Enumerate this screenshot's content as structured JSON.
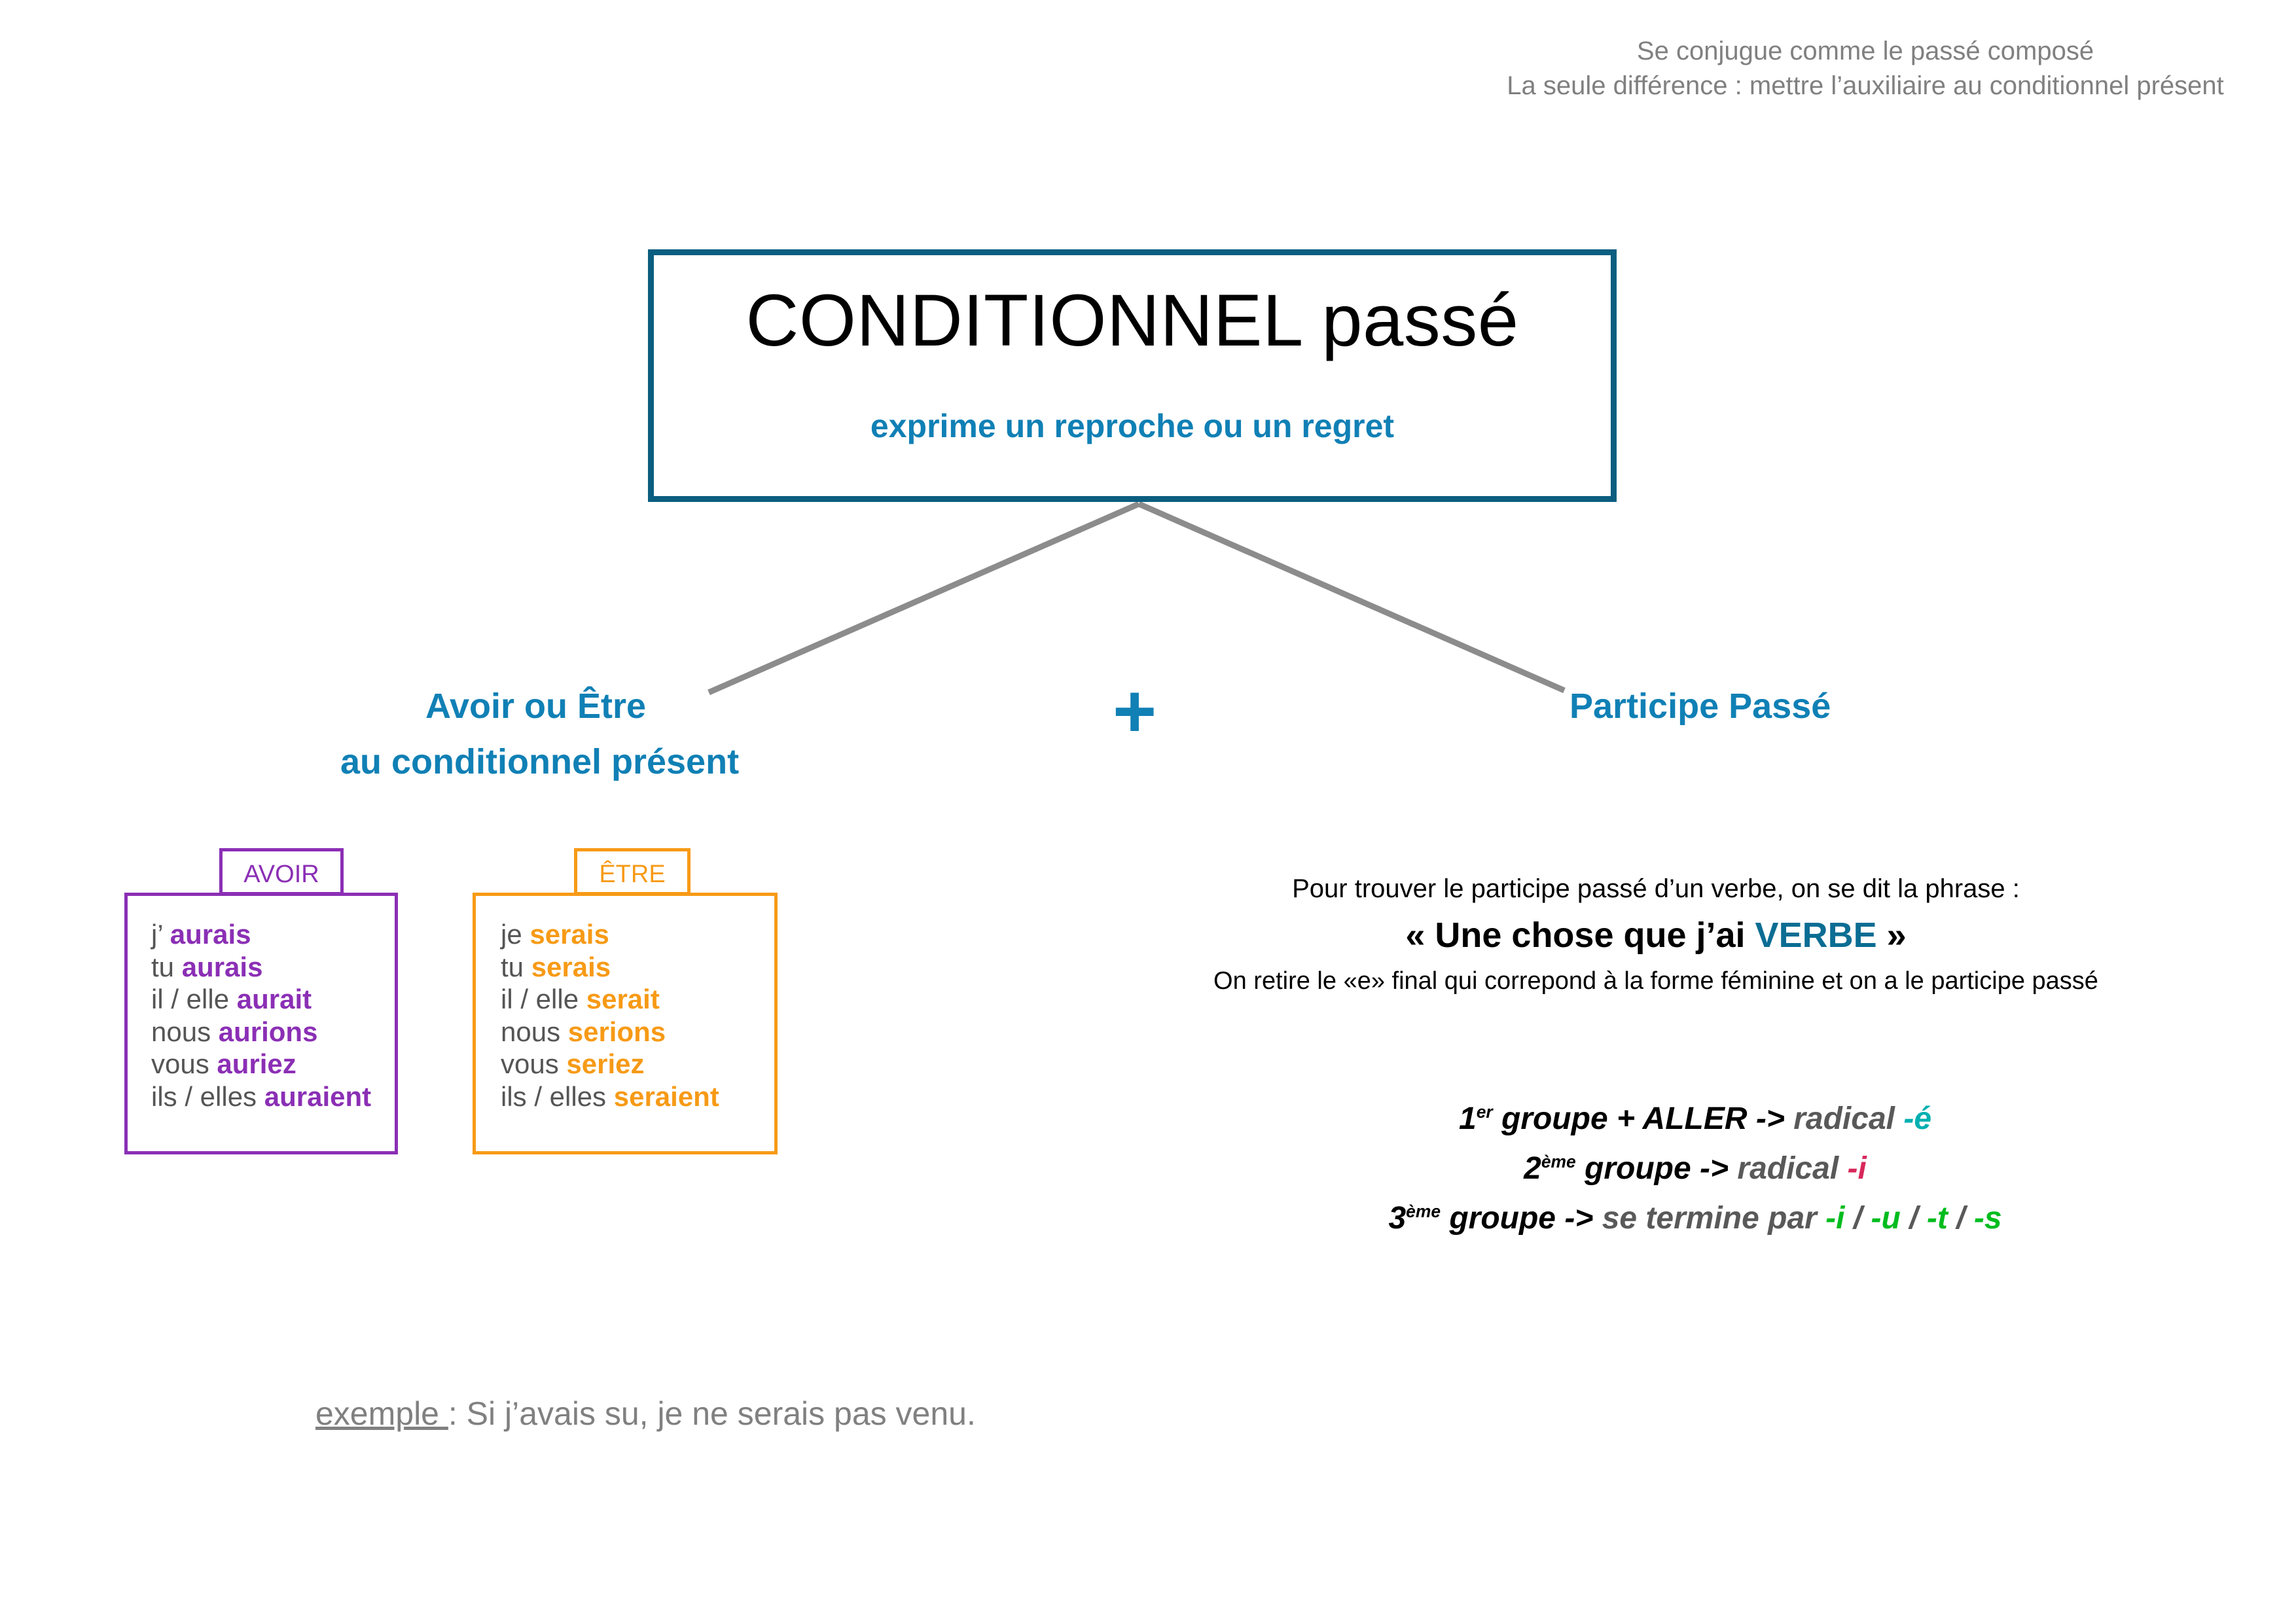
{
  "header_note": {
    "line1": "Se conjugue comme le passé composé",
    "line2": "La seule différence : mettre l’auxiliaire au conditionnel présent"
  },
  "title_box": {
    "title": "CONDITIONNEL passé",
    "subtitle": "exprime un reproche ou un regret"
  },
  "branches": {
    "left_title": "Avoir ou Être",
    "left_subtitle": "au conditionnel présent",
    "operator": "+",
    "right_title": "Participe Passé"
  },
  "conjugations": [
    {
      "id": "avoir",
      "label": "AVOIR",
      "color": "#8B2FB5",
      "rows": [
        {
          "pronoun": "j’",
          "verb": "aurais"
        },
        {
          "pronoun": "tu",
          "verb": "aurais"
        },
        {
          "pronoun": "il / elle",
          "verb": "aurait"
        },
        {
          "pronoun": "nous",
          "verb": "aurions"
        },
        {
          "pronoun": "vous",
          "verb": "auriez"
        },
        {
          "pronoun": "ils / elles",
          "verb": "auraient"
        }
      ]
    },
    {
      "id": "etre",
      "label": "ÊTRE",
      "color": "#F79A16",
      "rows": [
        {
          "pronoun": "je",
          "verb": "serais"
        },
        {
          "pronoun": "tu",
          "verb": "serais"
        },
        {
          "pronoun": "il / elle",
          "verb": "serait"
        },
        {
          "pronoun": "nous",
          "verb": "serions"
        },
        {
          "pronoun": "vous",
          "verb": "seriez"
        },
        {
          "pronoun": "ils / elles",
          "verb": "seraient"
        }
      ]
    }
  ],
  "participe_passe": {
    "line1": "Pour trouver le participe passé d’un verbe, on se dit la phrase :",
    "line2_prefix": "« Une chose que j’ai ",
    "line2_verbe": "VERBE",
    "line2_suffix": " »",
    "line3": "On retire le «e» final qui correpond à la forme féminine et on a le participe passé"
  },
  "rules": [
    {
      "ordinal": "1",
      "ordinal_sup": "er",
      "body": " groupe + ALLER -> ",
      "dim": "radical ",
      "ending": "-é",
      "ending_color": "#00AFB0"
    },
    {
      "ordinal": "2",
      "ordinal_sup": "ème",
      "body": " groupe -> ",
      "dim": "radical ",
      "ending": "-i",
      "ending_color": "#D8275B"
    },
    {
      "ordinal": "3",
      "ordinal_sup": "ème",
      "body": " groupe -> ",
      "dim": "se termine par ",
      "endings": [
        "-i",
        "-u",
        "-t",
        "-s"
      ],
      "ending_separator": " / ",
      "ending_color": "#00BC1E"
    }
  ],
  "example": {
    "label": "exemple ",
    "text": ": Si j’avais su, je ne serais pas venu."
  },
  "colors": {
    "box_border": "#0b5e80",
    "accent_blue": "#1080b5",
    "avoir_purple": "#8B2FB5",
    "etre_orange": "#F79A16",
    "pronoun_gray": "#555555",
    "note_gray": "#808080",
    "connector_gray": "#8c8c8c"
  }
}
